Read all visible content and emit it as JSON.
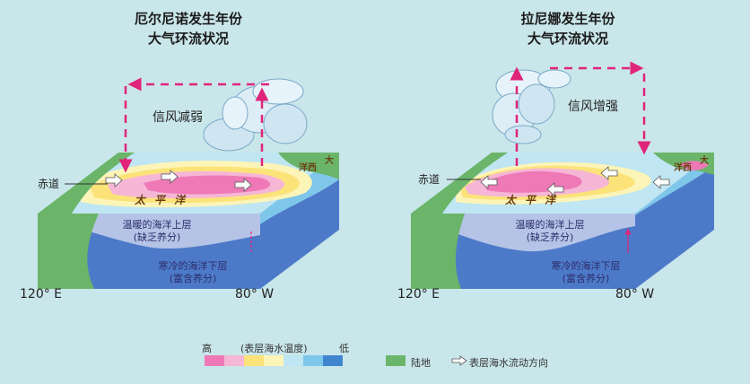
{
  "left": {
    "title_line1": "厄尔尼诺发生年份",
    "title_line2": "大气环流状况",
    "wind_label": "信风减弱",
    "equator_label": "赤道",
    "ocean_label": "太平洋",
    "upper_layer_line1": "温暖的海洋上层",
    "upper_layer_line2": "(缺乏养分)",
    "lower_layer_line1": "寒冷的海洋下层",
    "lower_layer_line2": "(富含养分)",
    "lon_west": "120° E",
    "lon_east": "80° W",
    "continent_label": "大"
  },
  "right": {
    "title_line1": "拉尼娜发生年份",
    "title_line2": "大气环流状况",
    "wind_label": "信风增强",
    "equator_label": "赤道",
    "ocean_label": "太平洋",
    "upper_layer_line1": "温暖的海洋上层",
    "upper_layer_line2": "(缺乏养分)",
    "lower_layer_line1": "寒冷的海洋下层",
    "lower_layer_line2": "(富含养分)",
    "lon_west": "120° E",
    "lon_east": "80° W",
    "continent_label": "大"
  },
  "continent_left_label": "洋西",
  "legend": {
    "high": "高",
    "title": "(表层海水温度)",
    "low": "低",
    "land": "陆地",
    "flow": "表层海水流动方向"
  },
  "colors": {
    "background": "#c9e6ea",
    "land": "#6bb56a",
    "arrow": "#e0247a",
    "deep": "#4d7ac8",
    "upper": "#b5c4e6",
    "temp_scale": [
      "#ee79b6",
      "#f6b6d6",
      "#fbe37a",
      "#fdf4b8",
      "#bfe6f2",
      "#7fc7ea",
      "#3f86cf"
    ]
  }
}
